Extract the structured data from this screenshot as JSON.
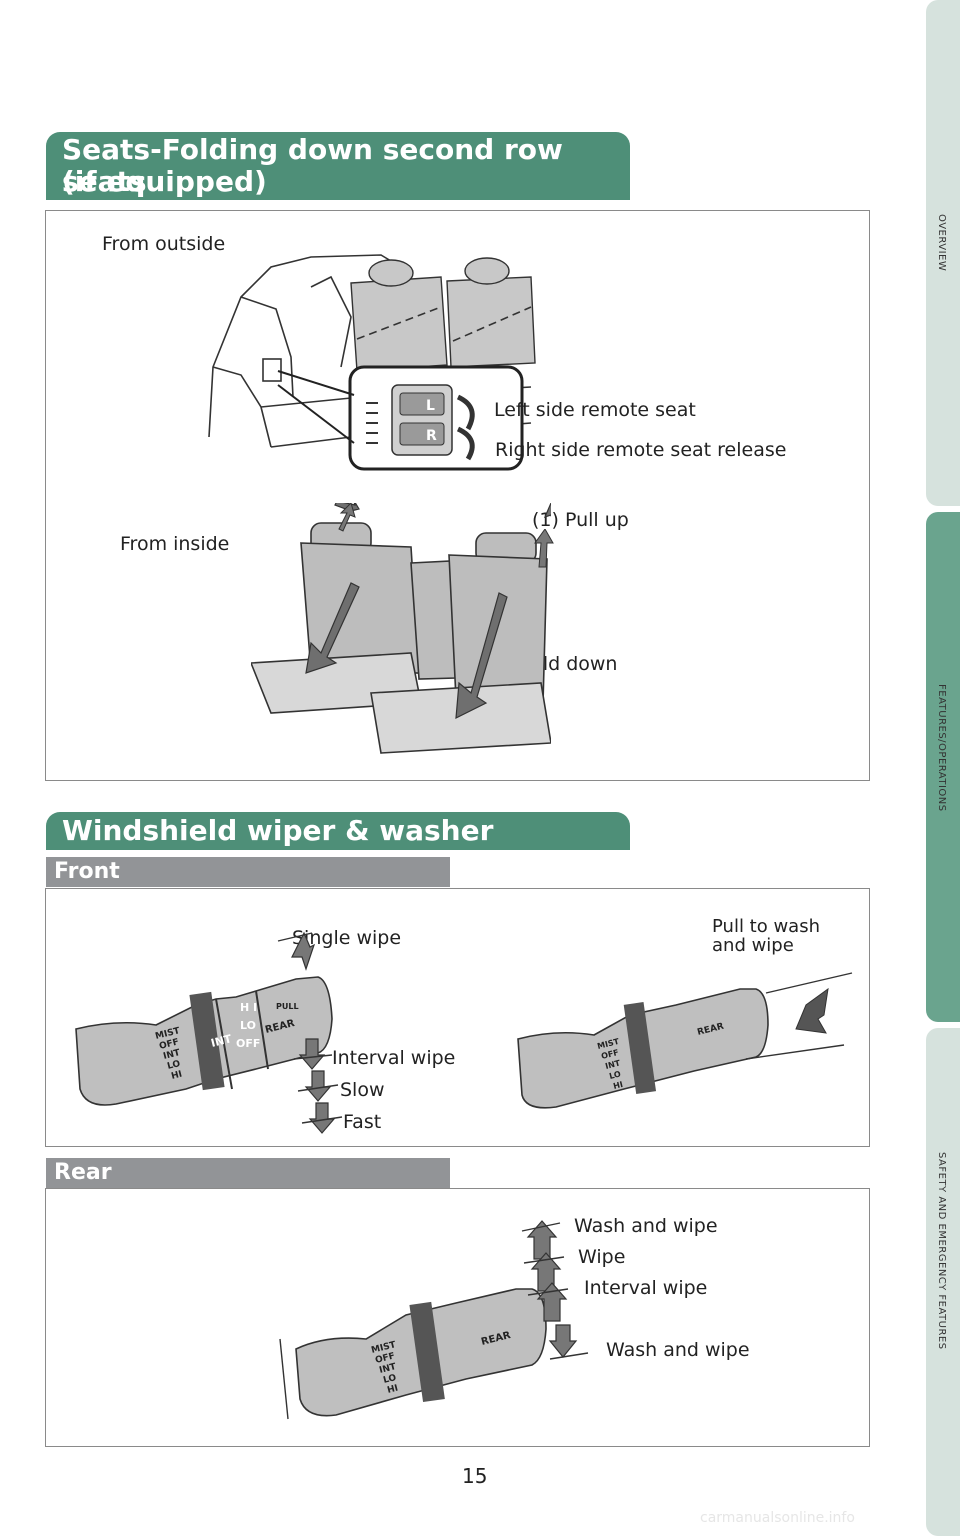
{
  "side_tabs": {
    "overview": "OVERVIEW",
    "features": "FEATURES/OPERATIONS",
    "safety": "SAFETY AND EMERGENCY FEATURES"
  },
  "seats": {
    "title_line1": "Seats-Folding down second row seats",
    "title_line2": "(if equipped)",
    "from_outside": "From outside",
    "left_release": "Left side remote seat",
    "right_release": "Right side remote seat release",
    "from_inside": "From inside",
    "pull_up": "(1) Pull up",
    "fold_down": "(2) Fold down",
    "lever_L": "L",
    "lever_R": "R"
  },
  "wiper": {
    "title": "Windshield wiper & washer",
    "front": {
      "heading": "Front",
      "single_wipe": "Single wipe",
      "interval_wipe": "Interval wipe",
      "slow": "Slow",
      "fast": "Fast",
      "pull_line1": "Pull to wash",
      "pull_line2": "and wipe"
    },
    "rear": {
      "heading": "Rear",
      "wash_wipe_top": "Wash and wipe",
      "wipe": "Wipe",
      "interval_wipe": "Interval wipe",
      "wash_wipe_bottom": "Wash and wipe"
    },
    "stalk": {
      "mist": "MIST",
      "off": "OFF",
      "int": "INT",
      "lo": "LO",
      "hi": "HI",
      "hi2": "H I",
      "lo2": "LO",
      "off2": "OFF",
      "int_band": "INT",
      "rear": "REAR",
      "pull": "PULL"
    }
  },
  "page_number": "15",
  "watermark": "carmanualsonline.info"
}
